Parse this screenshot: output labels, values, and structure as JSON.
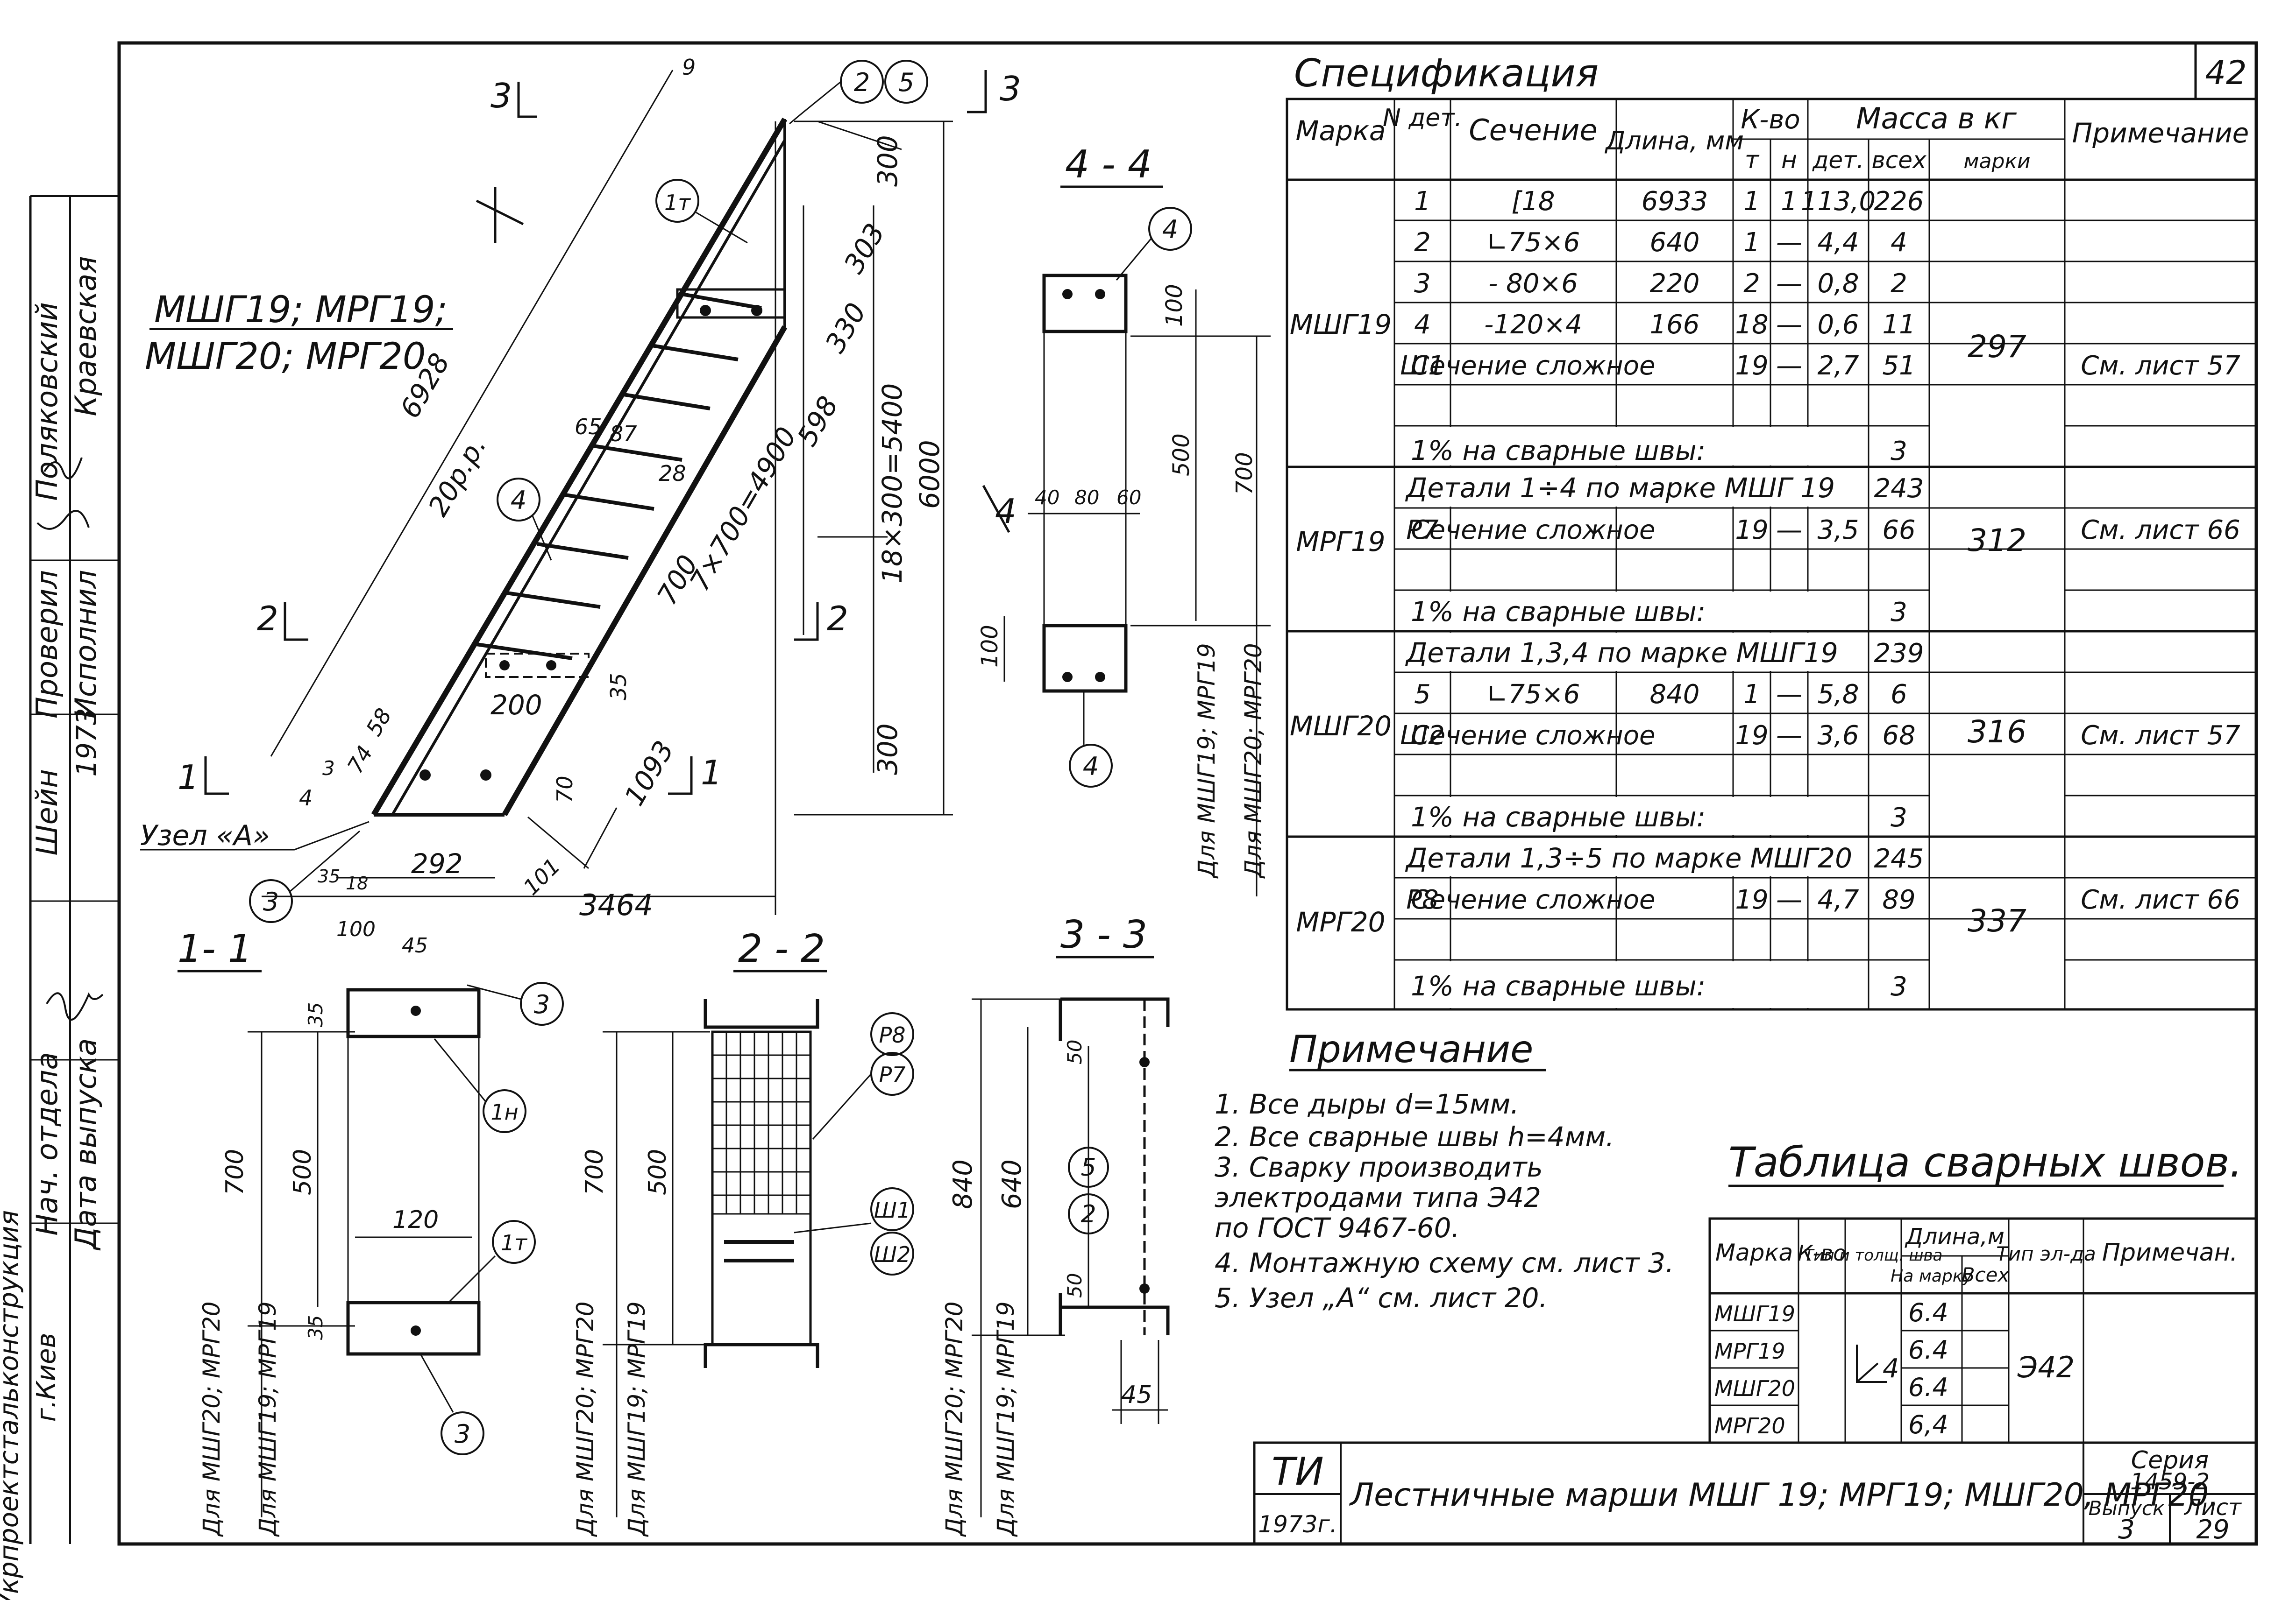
{
  "sheet": {
    "corner_number": "42",
    "title_block": {
      "logo": "ТИ",
      "year": "1973г.",
      "title": "Лестничные марши МШГ 19; МРГ19; МШГ20, МРГ20.",
      "series_label": "Серия",
      "series_value": "1459-2",
      "issue_label": "Выпуск",
      "issue_value": "3",
      "sheet_label": "Лист",
      "sheet_value": "29"
    },
    "side_stamp": {
      "org": "Укрпроектстальконструкция",
      "city": "г.Киев",
      "roles": [
        "Поляковский",
        "Краевская",
        "Проверил",
        "Исполнил",
        "Шейн",
        "Нач. отдела",
        "Дата выпуска"
      ],
      "year": "1973"
    }
  },
  "drawing": {
    "title_lines": [
      "МШГ19;  МРГ19;",
      "МШГ20;   МРГ20"
    ],
    "section_marks": [
      "3",
      "3",
      "2",
      "2",
      "1",
      "1",
      "4"
    ],
    "node_label": "Узел «А»",
    "dims": [
      "6928",
      "20р.р.",
      "300",
      "303",
      "330",
      "598",
      "6000",
      "18×300=5400",
      "7×700=4900",
      "700",
      "300",
      "1093",
      "200",
      "35",
      "70",
      "65",
      "87",
      "28",
      "74",
      "58",
      "4",
      "3",
      "292",
      "101",
      "3464",
      "100",
      "45",
      "18",
      "35",
      "9"
    ],
    "callouts": [
      "2",
      "5",
      "1т",
      "4",
      "3"
    ],
    "section_titles": [
      "1- 1",
      "2 - 2",
      "3 - 3",
      "4 - 4"
    ],
    "sec11": {
      "dims": [
        "700",
        "500",
        "120",
        "35",
        "35"
      ],
      "callouts": [
        "3",
        "1н",
        "1т",
        "3"
      ],
      "notes": [
        "Для МШГ20; МРГ20",
        "Для МШГ19; МРГ19"
      ]
    },
    "sec22": {
      "dims": [
        "700",
        "500"
      ],
      "callouts": [
        "Р8",
        "Р7",
        "Ш1",
        "Ш2"
      ],
      "notes": [
        "Для МШГ20; МРГ20",
        "Для МШГ19; МРГ19"
      ]
    },
    "sec33": {
      "dims": [
        "840",
        "640",
        "50",
        "50",
        "45"
      ],
      "callouts": [
        "2",
        "5"
      ],
      "notes": [
        "Для МШГ20; МРГ20",
        "Для МШГ19; МРГ19"
      ]
    },
    "sec44": {
      "dims": [
        "100",
        "500",
        "700",
        "40",
        "80",
        "60",
        "100"
      ],
      "callouts": [
        "4",
        "4"
      ],
      "notes": [
        "Для МШГ19; МРГ19",
        "Для МШГ20; МРГ20"
      ]
    }
  },
  "spec": {
    "title": "Спецификация",
    "headers": {
      "mark": "Марка",
      "no": "N дет.",
      "section": "Сечение",
      "length": "Длина, мм",
      "qty": "К-во",
      "qty_t": "т",
      "qty_n": "н",
      "mass": "Масса в кг",
      "mass_det": "дет.",
      "mass_all": "всех",
      "mass_mark": "марки",
      "note": "Примечание"
    },
    "groups": [
      {
        "mark": "МШГ19",
        "mass_mark": "297",
        "rows": [
          {
            "no": "1",
            "section": "[18",
            "length": "6933",
            "qt": "1",
            "qn": "1",
            "md": "113,0",
            "ma": "226",
            "note": ""
          },
          {
            "no": "2",
            "section": "∟75×6",
            "length": "640",
            "qt": "1",
            "qn": "—",
            "md": "4,4",
            "ma": "4",
            "note": ""
          },
          {
            "no": "3",
            "section": "- 80×6",
            "length": "220",
            "qt": "2",
            "qn": "—",
            "md": "0,8",
            "ma": "2",
            "note": ""
          },
          {
            "no": "4",
            "section": "-120×4",
            "length": "166",
            "qt": "18",
            "qn": "—",
            "md": "0,6",
            "ma": "11",
            "note": ""
          },
          {
            "no": "Ш1",
            "section": "Сечение сложное",
            "length": "",
            "qt": "19",
            "qn": "—",
            "md": "2,7",
            "ma": "51",
            "note": "См. лист 57"
          }
        ],
        "weld": "1% на сварные швы:",
        "weld_mass": "3"
      },
      {
        "mark": "МРГ19",
        "mass_mark": "312",
        "header": "Детали 1÷4 по марке МШГ 19",
        "header_mass": "243",
        "rows": [
          {
            "no": "Р7",
            "section": "Сечение сложное",
            "length": "",
            "qt": "19",
            "qn": "—",
            "md": "3,5",
            "ma": "66",
            "note": "См. лист 66"
          }
        ],
        "weld": "1% на сварные швы:",
        "weld_mass": "3"
      },
      {
        "mark": "МШГ20",
        "mass_mark": "316",
        "header": "Детали 1,3,4 по марке МШГ19",
        "header_mass": "239",
        "rows": [
          {
            "no": "5",
            "section": "∟75×6",
            "length": "840",
            "qt": "1",
            "qn": "—",
            "md": "5,8",
            "ma": "6",
            "note": ""
          },
          {
            "no": "Ш2",
            "section": "Сечение сложное",
            "length": "",
            "qt": "19",
            "qn": "—",
            "md": "3,6",
            "ma": "68",
            "note": "См. лист 57"
          }
        ],
        "weld": "1% на сварные швы:",
        "weld_mass": "3"
      },
      {
        "mark": "МРГ20",
        "mass_mark": "337",
        "header": "Детали 1,3÷5 по марке МШГ20",
        "header_mass": "245",
        "rows": [
          {
            "no": "Р8",
            "section": "Сечение сложное",
            "length": "",
            "qt": "19",
            "qn": "—",
            "md": "4,7",
            "ma": "89",
            "note": "См. лист 66"
          }
        ],
        "weld": "1% на сварные швы:",
        "weld_mass": "3"
      }
    ]
  },
  "notes": {
    "title": "Примечание",
    "items": [
      "1. Все дыры  d=15мм.",
      "2. Все сварные швы h=4мм.",
      "3. Сварку производить",
      "    электродами типа Э42",
      "    по ГОСТ 9467-60.",
      "4. Монтажную схему см. лист 3.",
      "5. Узел „А“ см. лист 20."
    ]
  },
  "welds": {
    "title": "Таблица сварных швов.",
    "headers": {
      "mark": "Марка",
      "qty": "К-во",
      "type": "Тип и толщ. шва",
      "length": "Длина,м",
      "len_mark": "На марку",
      "len_all": "Всех",
      "electrode": "Тип эл-да",
      "note": "Примечан."
    },
    "rows": [
      {
        "mark": "МШГ19",
        "len": "6.4"
      },
      {
        "mark": "МРГ19",
        "len": "6.4"
      },
      {
        "mark": "МШГ20",
        "len": "6.4"
      },
      {
        "mark": "МРГ20",
        "len": "6,4"
      }
    ],
    "type_value": "4",
    "electrode_value": "Э42"
  }
}
